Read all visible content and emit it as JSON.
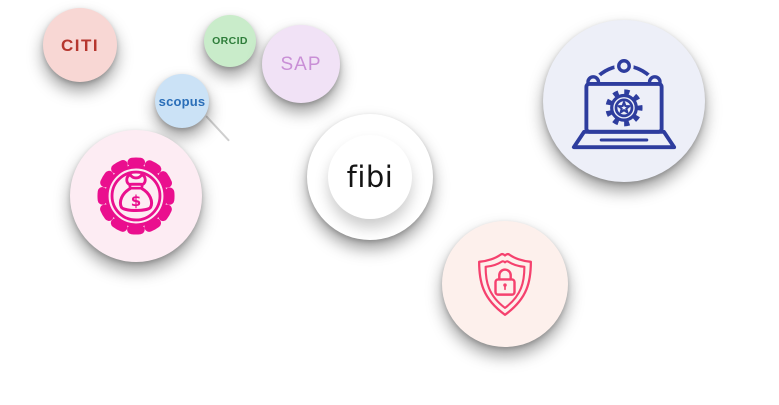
{
  "canvas": {
    "background": "#ffffff"
  },
  "nodes": {
    "citi": {
      "label": "CITI",
      "bg": "#f8d7d4",
      "color": "#b5362e"
    },
    "orcid": {
      "label": "ORCID",
      "bg": "#c9ecca",
      "color": "#2e7d3a"
    },
    "scopus": {
      "label": "scopus",
      "bg": "#cbe2f6",
      "color": "#2a6eb8"
    },
    "sap": {
      "label": "SAP",
      "bg": "#f1e2f6",
      "color": "#c98fd6"
    },
    "fibi": {
      "label": "fibi",
      "bg": "#ffffff",
      "color": "#141414"
    },
    "funding": {
      "icon": "money-bag-gear-icon",
      "bg": "#fdecf3",
      "color": "#ea0f8e",
      "currency_symbol": "$"
    },
    "system": {
      "icon": "laptop-gear-network-icon",
      "bg": "#edeff8",
      "color": "#2e3d9e"
    },
    "security": {
      "icon": "shield-lock-icon",
      "bg": "#fdf0ec",
      "color": "#f5416e"
    }
  },
  "connector": {
    "color": "#cfcfcf"
  }
}
